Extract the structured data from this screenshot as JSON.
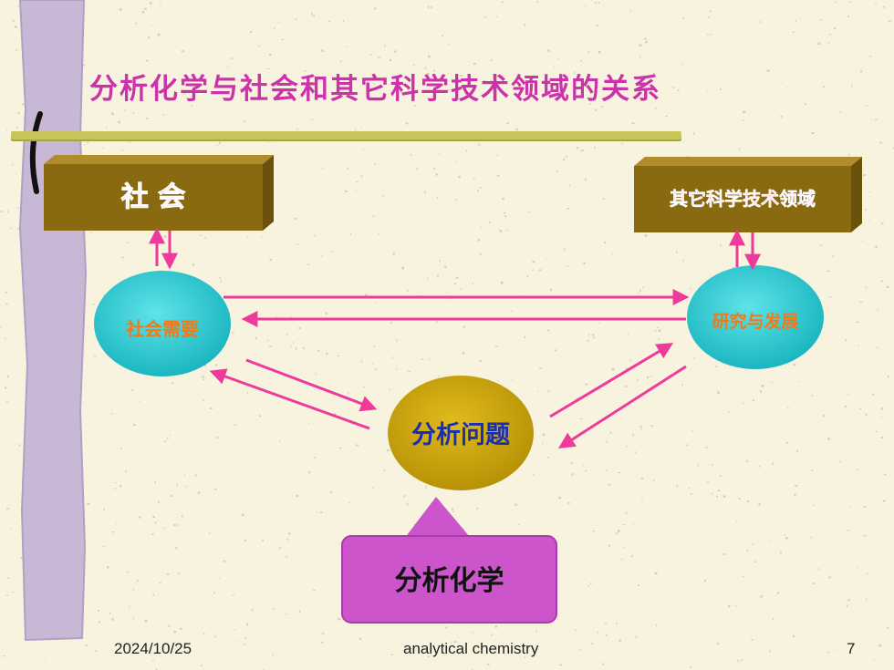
{
  "title": "分析化学与社会和其它科学技术领域的关系",
  "diagram": {
    "society_box": "社 会",
    "other_fields_box": "其它科学技术领域",
    "social_needs": "社会需要",
    "research_development": "研究与发展",
    "analytical_problem": "分析问题",
    "callout": "分析化学"
  },
  "colors": {
    "title": "#cc33aa",
    "box_face": "#8a6a10",
    "ellipse": "#22c4cc",
    "center_ellipse": "#c9a20a",
    "arrow": "#ee3a9a",
    "callout": "#cc55cc"
  },
  "footer": {
    "date": "2024/10/25",
    "center": "analytical chemistry",
    "page": "7"
  }
}
